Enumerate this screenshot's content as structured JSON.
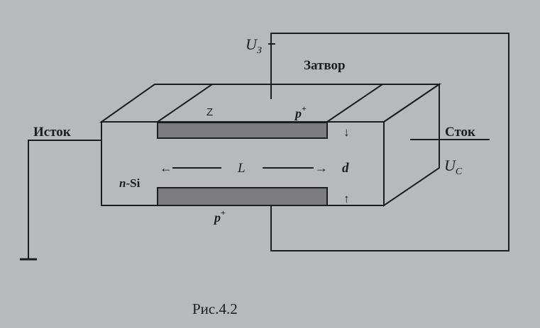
{
  "labels": {
    "gate_voltage": "U",
    "gate_voltage_sub": "З",
    "gate": "Затвор",
    "z_label": "Z",
    "p_plus_top": "p",
    "p_plus_top_sup": "+",
    "source": "Исток",
    "drain": "Сток",
    "drain_voltage": "U",
    "drain_voltage_sub": "C",
    "length_label": "L",
    "depth_label": "d",
    "semiconductor_prefix": "n",
    "semiconductor_suffix": "-Si",
    "p_plus_bottom": "p",
    "p_plus_bottom_sup": "+",
    "arrow_left": "←",
    "arrow_right": "→",
    "arrow_down": "↓",
    "arrow_up": "↑"
  },
  "caption": "Рис.4.2",
  "colors": {
    "background": "#b7b9bd",
    "ink": "#1d1d1f",
    "gate_fill": "#7c7c80"
  }
}
